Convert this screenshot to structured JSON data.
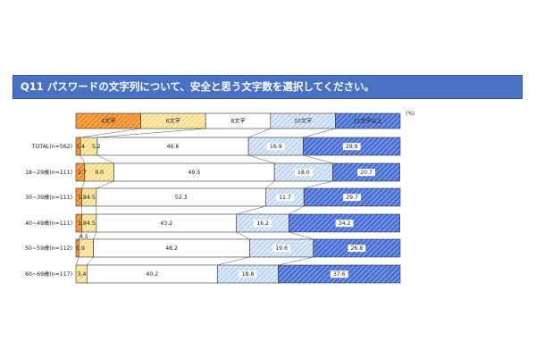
{
  "title": "Q11 パスワードの文字列について、安全と思う文字数を選択してください。",
  "chart_data": {
    "type": "bar",
    "stacked": "100%",
    "orientation": "horizontal",
    "unit": "(%)",
    "legend": [
      "4文字",
      "6文字",
      "8文字",
      "10文字",
      "11文字以上"
    ],
    "categories": [
      "TOTAL(n=562)",
      "18~29歳(n=111)",
      "30~39歳(n=111)",
      "40~49歳(n=111)",
      "50~59歳(n=112)",
      "60~69歳(n=117)"
    ],
    "series": [
      {
        "name": "4文字",
        "values": [
          1.4,
          2.7,
          1.8,
          1.8,
          0.9,
          0.0
        ]
      },
      {
        "name": "6文字",
        "values": [
          5.2,
          9.0,
          4.5,
          4.5,
          4.5,
          3.4
        ]
      },
      {
        "name": "8文字",
        "values": [
          46.6,
          49.5,
          52.3,
          43.2,
          48.2,
          40.2
        ]
      },
      {
        "name": "10文字",
        "values": [
          16.9,
          18.0,
          11.7,
          16.2,
          19.6,
          18.8
        ]
      },
      {
        "name": "11文字以上",
        "values": [
          29.9,
          20.7,
          29.7,
          34.2,
          26.8,
          37.6
        ]
      }
    ],
    "data_labels": [
      [
        "1.4",
        "5.2",
        "46.6",
        "16.9",
        "29.9"
      ],
      [
        "2.7",
        "9.0",
        "49.5",
        "18.0",
        "20.7"
      ],
      [
        "1.8",
        "4.5",
        "52.3",
        "11.7",
        "29.7"
      ],
      [
        "1.8",
        "4.5",
        "43.2",
        "16.2",
        "34.2"
      ],
      [
        "0.9",
        "4.5",
        "48.2",
        "19.6",
        "26.8"
      ],
      [
        "",
        "3.4",
        "40.2",
        "18.8",
        "37.6"
      ]
    ],
    "colors": [
      "#f28a1c",
      "#f7d36a",
      "#ffffff",
      "#a9c6ec",
      "#3b63d0"
    ]
  }
}
